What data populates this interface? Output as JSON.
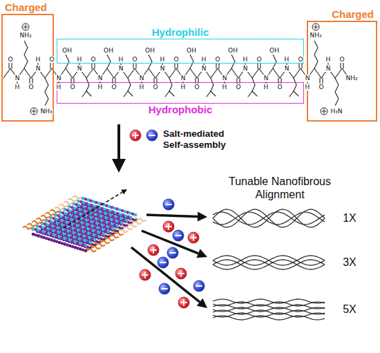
{
  "diagram": {
    "nodes": [
      {
        "text": [
          "Charged"
        ]
      },
      {
        "text": [
          "Hydrophilic"
        ]
      },
      {
        "text": [
          "Hydrophobic"
        ]
      },
      {
        "text": [
          "Charged"
        ]
      }
    ],
    "labels": [
      "O",
      "N",
      "H",
      "NH₃",
      "O",
      "N",
      "H",
      "NH₃",
      "O",
      "N",
      "H",
      "OH",
      "O",
      "N",
      "H",
      "O",
      "N",
      "H",
      "OH",
      "O",
      "N",
      "H",
      "O",
      "N",
      "H",
      "OH",
      "O",
      "N",
      "H",
      "O",
      "N",
      "H",
      "OH",
      "O",
      "N",
      "H",
      "O",
      "N",
      "H",
      "OH",
      "O",
      "N",
      "H",
      "O",
      "N",
      "H",
      "OH",
      "O",
      "N",
      "H",
      "O",
      "N",
      "H",
      "NH₃",
      "O",
      "N",
      "H",
      "H₃N",
      "O",
      "NH₂",
      "Salt-mediated Self-assembly",
      "Tunable Nanofibrous Alignment",
      "1X",
      "3X",
      "5X"
    ]
  }
}
